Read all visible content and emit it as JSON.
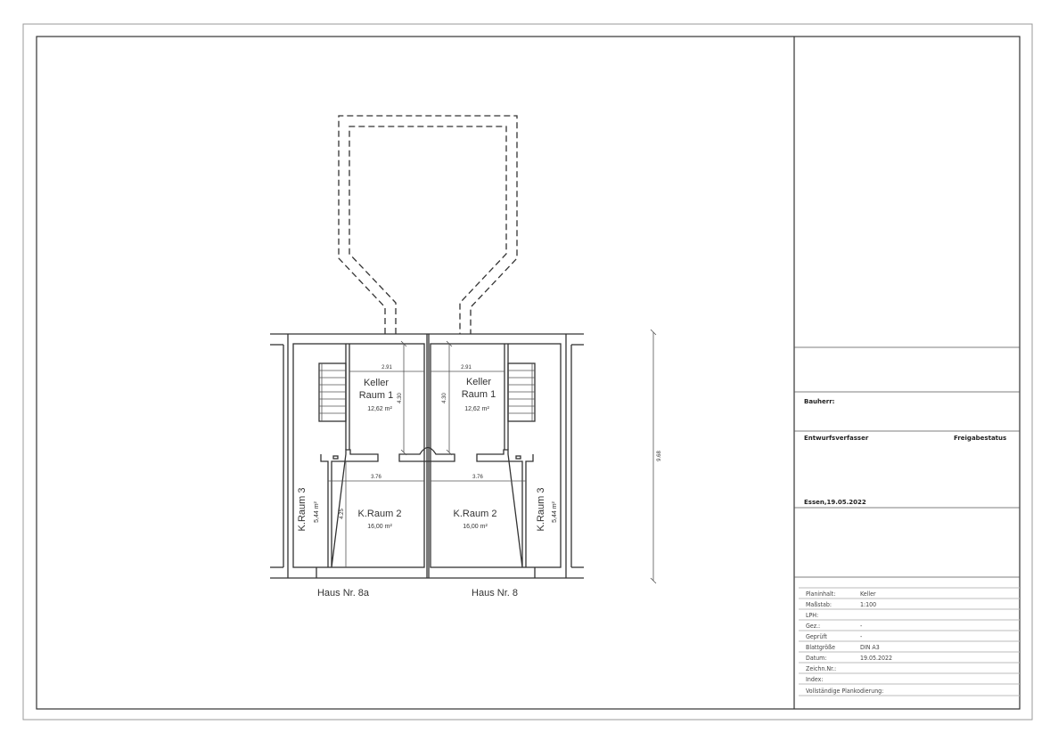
{
  "plan": {
    "left_house": {
      "label": "Haus Nr. 8a",
      "room1": {
        "name_line1": "Keller",
        "name_line2": "Raum 1",
        "area": "12,62 m²",
        "dim_width": "2.91",
        "dim_height": "4.30"
      },
      "room2": {
        "name": "K.Raum 2",
        "area": "16,00 m²",
        "dim_width": "3.76",
        "dim_height": "4.25"
      },
      "room3": {
        "name": "K.Raum 3",
        "area": "5,44 m²"
      }
    },
    "right_house": {
      "label": "Haus Nr. 8",
      "room1": {
        "name_line1": "Keller",
        "name_line2": "Raum 1",
        "area": "12,62 m²",
        "dim_width": "2.91",
        "dim_height": "4.30"
      },
      "room2": {
        "name": "K.Raum 2",
        "area": "16,00 m²",
        "dim_width": "3.76"
      },
      "room3": {
        "name": "K.Raum 3",
        "area": "5,44 m²"
      }
    },
    "overall_dim": "9.68"
  },
  "title_block": {
    "bauherr": "Bauherr:",
    "entwurfsverfasser": "Entwurfsverfasser",
    "freigabestatus": "Freigabestatus",
    "ort_datum": "Essen,19.05.2022",
    "rows": [
      {
        "label": "Planinhalt:",
        "value": "Keller"
      },
      {
        "label": "Maßstab:",
        "value": "1:100"
      },
      {
        "label": "LPH:",
        "value": ""
      },
      {
        "label": "Gez.:",
        "value": "-"
      },
      {
        "label": "Geprüft",
        "value": "-"
      },
      {
        "label": "Blattgröße",
        "value": "DIN A3"
      },
      {
        "label": "Datum:",
        "value": "19.05.2022"
      },
      {
        "label": "Zeichn.Nr.:",
        "value": ""
      },
      {
        "label": "Index:",
        "value": ""
      },
      {
        "label": "Vollständige Plankodierung:",
        "value": ""
      }
    ]
  }
}
